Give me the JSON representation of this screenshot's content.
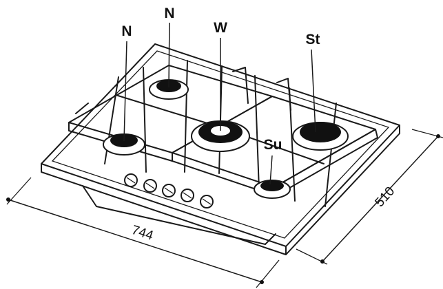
{
  "burner_labels": {
    "n_left": "N",
    "n_top": "N",
    "w": "W",
    "st": "St",
    "su": "Su"
  },
  "dimensions": {
    "width": "744",
    "depth": "510"
  }
}
